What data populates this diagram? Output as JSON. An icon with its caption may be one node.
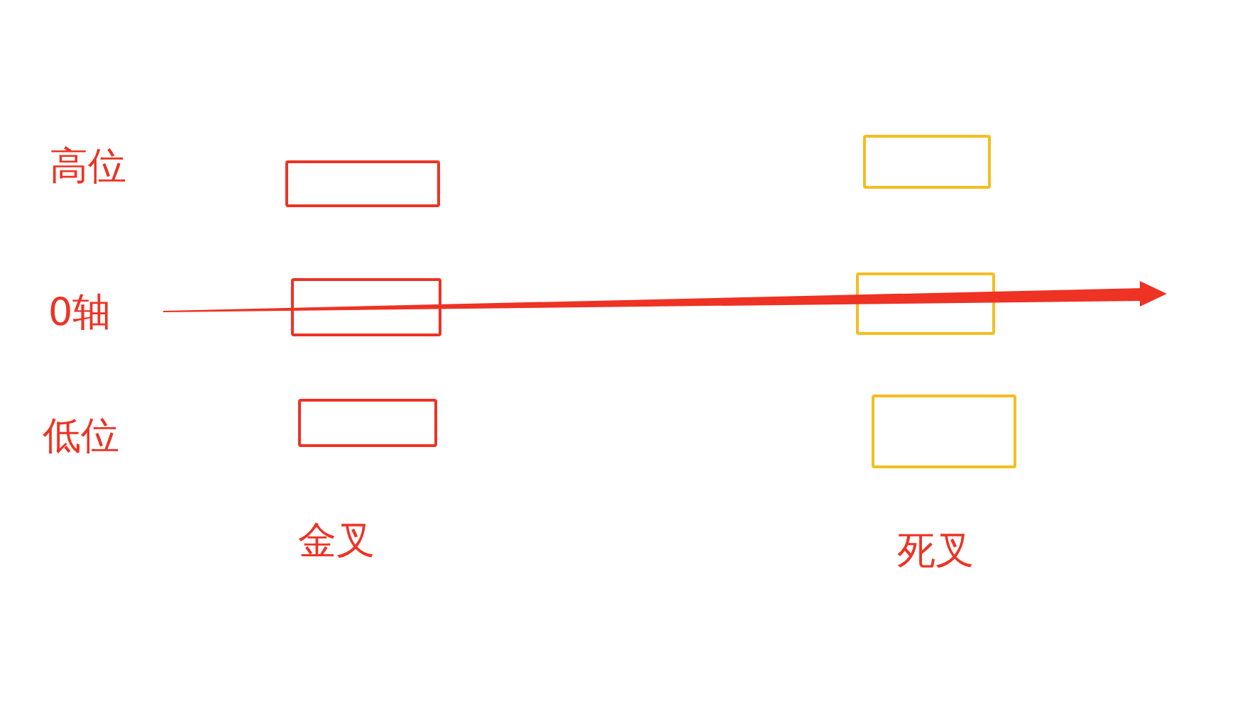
{
  "diagram": {
    "nodes": [
      {
        "text": [],
        "shape": "box"
      },
      {
        "text": [],
        "shape": "box"
      },
      {
        "text": [],
        "shape": "box"
      },
      {
        "text": [],
        "shape": "box"
      },
      {
        "text": [],
        "shape": "box"
      },
      {
        "text": [],
        "shape": "box"
      }
    ],
    "edges": [],
    "labels": [
      "高位",
      "0轴",
      "低位",
      "金叉",
      "死叉"
    ]
  }
}
